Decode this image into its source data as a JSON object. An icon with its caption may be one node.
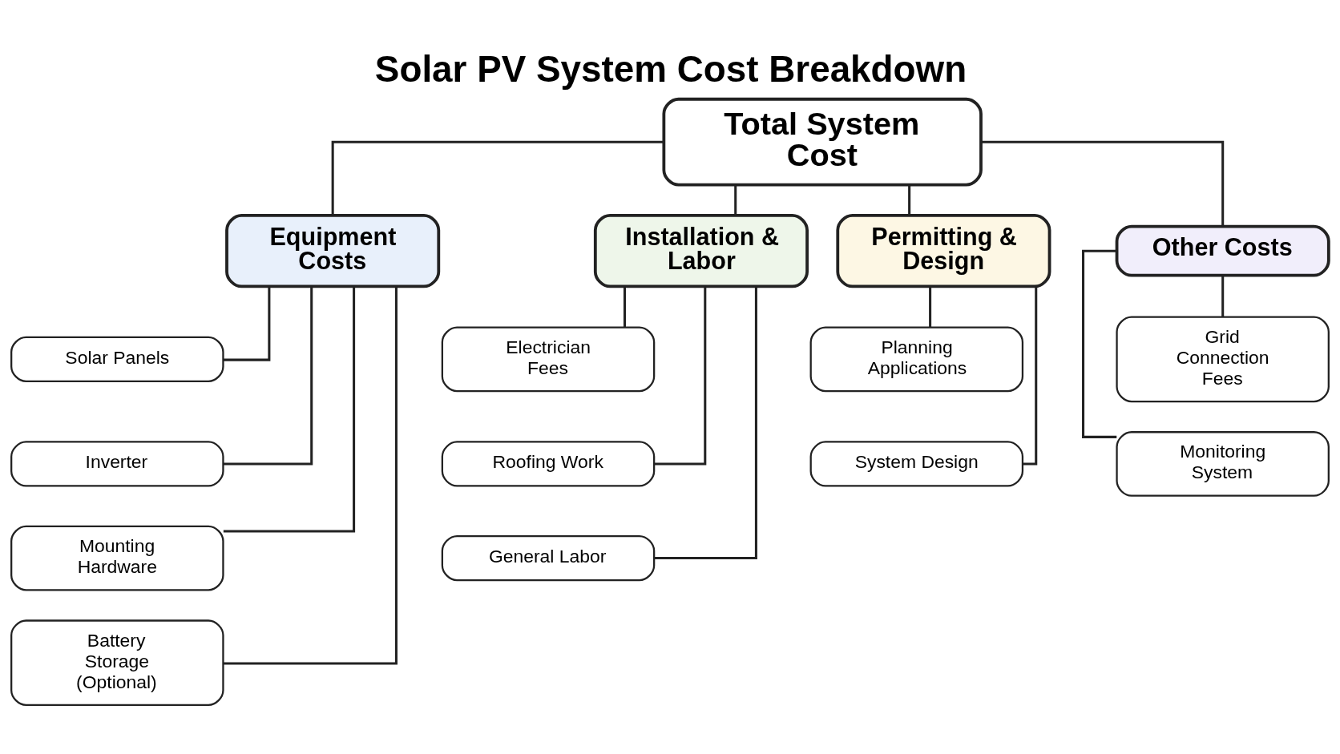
{
  "diagram": {
    "title": "Solar PV System Cost Breakdown",
    "nodes": [
      {
        "text": [
          "Total System Cost"
        ]
      },
      {
        "text": [
          "Equipment Costs"
        ]
      },
      {
        "text": [
          "Installation & Labor"
        ]
      },
      {
        "text": [
          "Permitting & Design"
        ]
      },
      {
        "text": [
          "Other Costs"
        ]
      },
      {
        "text": [
          "Solar Panels"
        ]
      },
      {
        "text": [
          "Inverter"
        ]
      },
      {
        "text": [
          "Mounting Hardware"
        ]
      },
      {
        "text": [
          "Battery Storage (Optional)"
        ]
      },
      {
        "text": [
          "Electrician Fees"
        ]
      },
      {
        "text": [
          "Roofing Work"
        ]
      },
      {
        "text": [
          "General Labor"
        ]
      },
      {
        "text": [
          "Planning Applications"
        ]
      },
      {
        "text": [
          "System Design"
        ]
      },
      {
        "text": [
          "Grid Connection Fees"
        ]
      },
      {
        "text": [
          "Monitoring System"
        ]
      }
    ],
    "edges": [
      {
        "from": 0,
        "to": 1,
        "arrow": "none"
      },
      {
        "from": 0,
        "to": 2,
        "arrow": "none"
      },
      {
        "from": 0,
        "to": 3,
        "arrow": "none"
      },
      {
        "from": 0,
        "to": 4,
        "arrow": "none"
      },
      {
        "from": 1,
        "to": 5,
        "arrow": "none"
      },
      {
        "from": 1,
        "to": 6,
        "arrow": "none"
      },
      {
        "from": 1,
        "to": 7,
        "arrow": "none"
      },
      {
        "from": 1,
        "to": 8,
        "arrow": "none"
      },
      {
        "from": 2,
        "to": 9,
        "arrow": "none"
      },
      {
        "from": 2,
        "to": 10,
        "arrow": "none"
      },
      {
        "from": 2,
        "to": 11,
        "arrow": "none"
      },
      {
        "from": 3,
        "to": 12,
        "arrow": "none"
      },
      {
        "from": 3,
        "to": 13,
        "arrow": "none"
      },
      {
        "from": 4,
        "to": 14,
        "arrow": "none"
      },
      {
        "from": 4,
        "to": 15,
        "arrow": "none"
      }
    ]
  }
}
